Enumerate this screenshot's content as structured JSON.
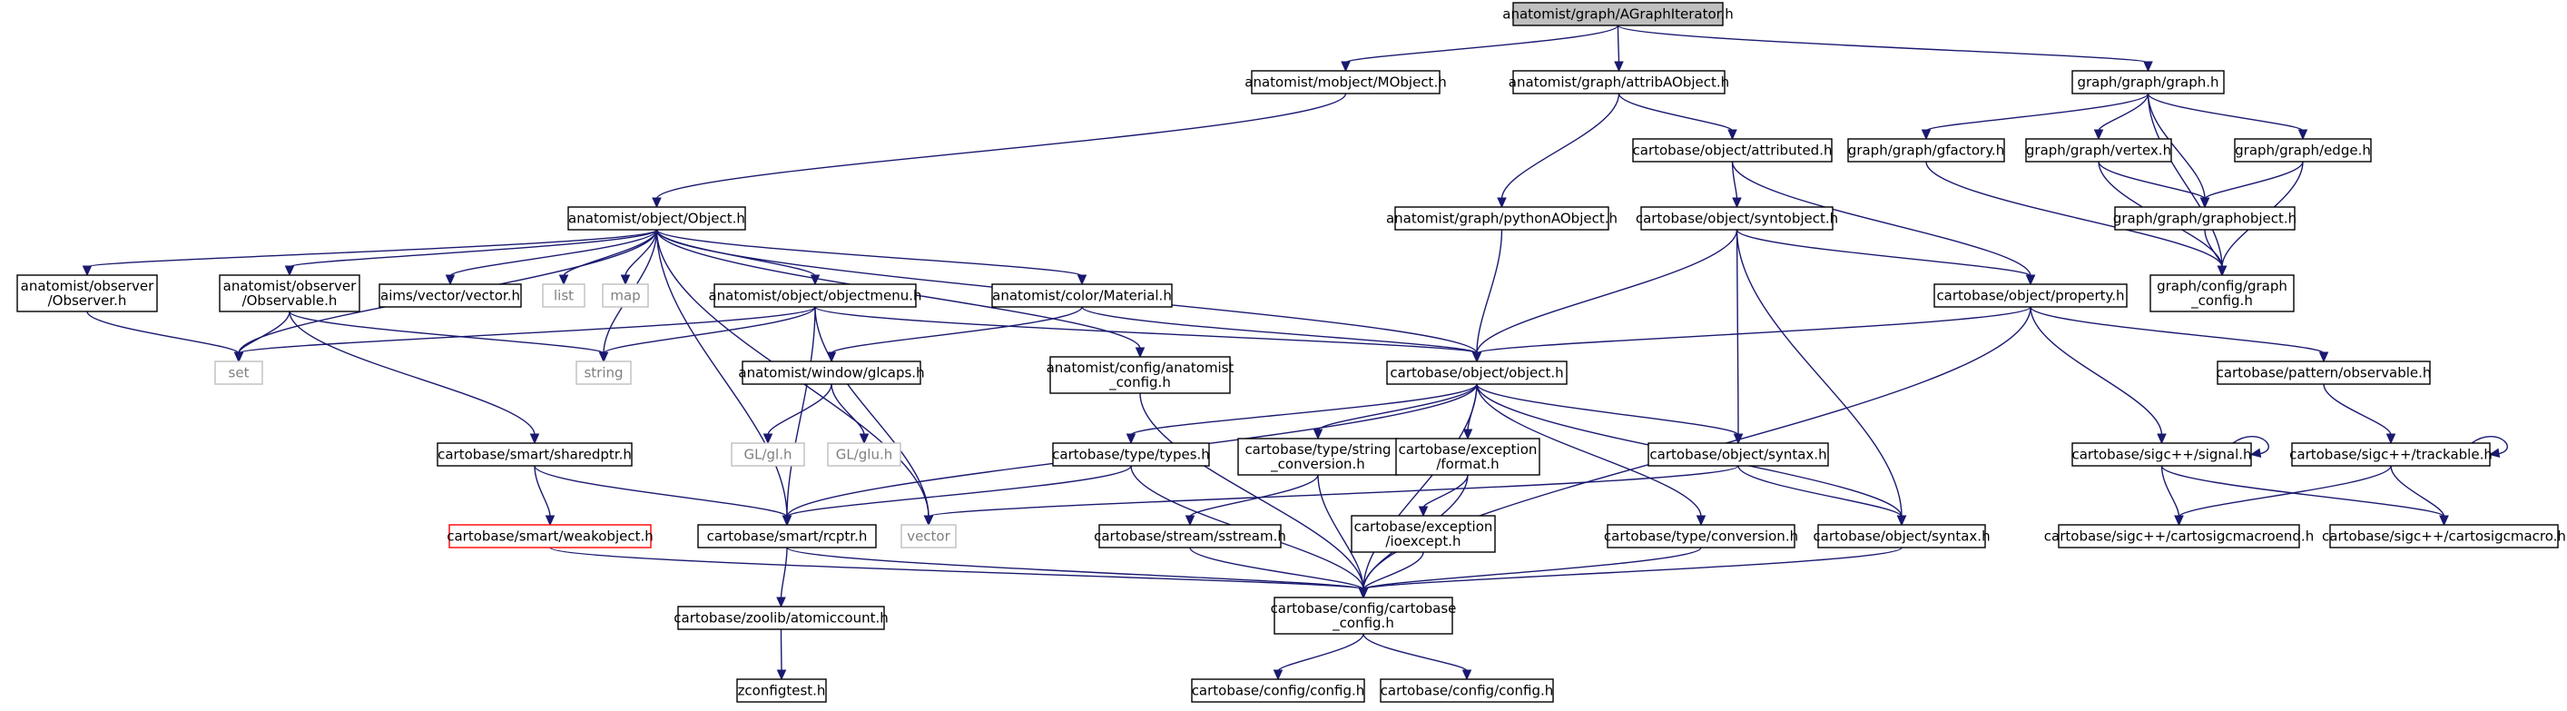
{
  "graph": {
    "title": "anatomist/graph/AGraphIterator.h",
    "colors": {
      "edge": "#191970",
      "root_fill": "#bfbfbf",
      "system_border": "#bfbfbf",
      "system_text": "#7f7f7f",
      "missing_border": "#ff0000",
      "node_border": "#000000"
    },
    "nodes": [
      {
        "id": "agraphiterator",
        "label": [
          "anatomist/graph/AGraphIterator.h"
        ],
        "kind": "root"
      },
      {
        "id": "mobject",
        "label": [
          "anatomist/mobject/MObject.h"
        ],
        "kind": "normal"
      },
      {
        "id": "attribaobject",
        "label": [
          "anatomist/graph/attribAObject.h"
        ],
        "kind": "normal"
      },
      {
        "id": "graph_h",
        "label": [
          "graph/graph/graph.h"
        ],
        "kind": "normal"
      },
      {
        "id": "co_attributed",
        "label": [
          "cartobase/object/attributed.h"
        ],
        "kind": "normal"
      },
      {
        "id": "gfactory",
        "label": [
          "graph/graph/gfactory.h"
        ],
        "kind": "normal"
      },
      {
        "id": "vertex",
        "label": [
          "graph/graph/vertex.h"
        ],
        "kind": "normal"
      },
      {
        "id": "edge_h",
        "label": [
          "graph/graph/edge.h"
        ],
        "kind": "normal"
      },
      {
        "id": "ao_object",
        "label": [
          "anatomist/object/Object.h"
        ],
        "kind": "normal"
      },
      {
        "id": "pythonaobject",
        "label": [
          "anatomist/graph/pythonAObject.h"
        ],
        "kind": "normal"
      },
      {
        "id": "syntobject",
        "label": [
          "cartobase/object/syntobject.h"
        ],
        "kind": "normal"
      },
      {
        "id": "graphobject",
        "label": [
          "graph/graph/graphobject.h"
        ],
        "kind": "normal"
      },
      {
        "id": "observer",
        "label": [
          "anatomist/observer",
          "/Observer.h"
        ],
        "kind": "normal"
      },
      {
        "id": "observable_a",
        "label": [
          "anatomist/observer",
          "/Observable.h"
        ],
        "kind": "normal"
      },
      {
        "id": "aims_vector",
        "label": [
          "aims/vector/vector.h"
        ],
        "kind": "normal"
      },
      {
        "id": "list",
        "label": [
          "list"
        ],
        "kind": "system"
      },
      {
        "id": "map",
        "label": [
          "map"
        ],
        "kind": "system"
      },
      {
        "id": "objectmenu",
        "label": [
          "anatomist/object/objectmenu.h"
        ],
        "kind": "normal"
      },
      {
        "id": "material",
        "label": [
          "anatomist/color/Material.h"
        ],
        "kind": "normal"
      },
      {
        "id": "property",
        "label": [
          "cartobase/object/property.h"
        ],
        "kind": "normal"
      },
      {
        "id": "graph_config",
        "label": [
          "graph/config/graph",
          "_config.h"
        ],
        "kind": "normal"
      },
      {
        "id": "set",
        "label": [
          "set"
        ],
        "kind": "system"
      },
      {
        "id": "string",
        "label": [
          "string"
        ],
        "kind": "system"
      },
      {
        "id": "glcaps",
        "label": [
          "anatomist/window/glcaps.h"
        ],
        "kind": "normal"
      },
      {
        "id": "anatomist_config",
        "label": [
          "anatomist/config/anatomist",
          "_config.h"
        ],
        "kind": "normal"
      },
      {
        "id": "co_object",
        "label": [
          "cartobase/object/object.h"
        ],
        "kind": "normal"
      },
      {
        "id": "pattern_observable",
        "label": [
          "cartobase/pattern/observable.h"
        ],
        "kind": "normal"
      },
      {
        "id": "gl_h",
        "label": [
          "GL/gl.h"
        ],
        "kind": "system"
      },
      {
        "id": "glu_h",
        "label": [
          "GL/glu.h"
        ],
        "kind": "system"
      },
      {
        "id": "sharedptr",
        "label": [
          "cartobase/smart/sharedptr.h"
        ],
        "kind": "normal"
      },
      {
        "id": "types_h",
        "label": [
          "cartobase/type/types.h"
        ],
        "kind": "normal"
      },
      {
        "id": "string_conversion",
        "label": [
          "cartobase/type/string",
          "_conversion.h"
        ],
        "kind": "normal"
      },
      {
        "id": "exception_format",
        "label": [
          "cartobase/exception",
          "/format.h"
        ],
        "kind": "normal"
      },
      {
        "id": "syntax_syntax",
        "label": [
          "cartobase/object/syntax.h"
        ],
        "kind": "normal"
      },
      {
        "id": "signal_h",
        "label": [
          "cartobase/sigc++/signal.h"
        ],
        "kind": "normal"
      },
      {
        "id": "trackable_h",
        "label": [
          "cartobase/sigc++/trackable.h"
        ],
        "kind": "normal"
      },
      {
        "id": "weakobject",
        "label": [
          "cartobase/smart/weakobject.h"
        ],
        "kind": "missing"
      },
      {
        "id": "rcptr",
        "label": [
          "cartobase/smart/rcptr.h"
        ],
        "kind": "normal"
      },
      {
        "id": "vector",
        "label": [
          "vector"
        ],
        "kind": "system"
      },
      {
        "id": "sstream",
        "label": [
          "cartobase/stream/sstream.h"
        ],
        "kind": "normal"
      },
      {
        "id": "ioexcept",
        "label": [
          "cartobase/exception",
          "/ioexcept.h"
        ],
        "kind": "normal"
      },
      {
        "id": "conversion",
        "label": [
          "cartobase/type/conversion.h"
        ],
        "kind": "normal"
      },
      {
        "id": "syntax_lower",
        "label": [
          "cartobase/object/syntax.h"
        ],
        "kind": "normal"
      },
      {
        "id": "cartosigcmacroend",
        "label": [
          "cartobase/sigc++/cartosigcmacroend.h"
        ],
        "kind": "normal"
      },
      {
        "id": "cartosigcmacro",
        "label": [
          "cartobase/sigc++/cartosigcmacro.h"
        ],
        "kind": "normal"
      },
      {
        "id": "atomiccount",
        "label": [
          "cartobase/zoolib/atomiccount.h"
        ],
        "kind": "normal"
      },
      {
        "id": "cartobase_config",
        "label": [
          "cartobase/config/cartobase",
          "_config.h"
        ],
        "kind": "normal"
      },
      {
        "id": "zconfigtest",
        "label": [
          "zconfigtest.h"
        ],
        "kind": "normal"
      },
      {
        "id": "config_h_1",
        "label": [
          "cartobase/config/config.h"
        ],
        "kind": "normal"
      },
      {
        "id": "config_h_2",
        "label": [
          "cartobase/config/config.h"
        ],
        "kind": "normal"
      }
    ],
    "edges": [
      {
        "from": "agraphiterator",
        "to": "mobject"
      },
      {
        "from": "agraphiterator",
        "to": "attribaobject"
      },
      {
        "from": "agraphiterator",
        "to": "graph_h"
      },
      {
        "from": "mobject",
        "to": "ao_object"
      },
      {
        "from": "attribaobject",
        "to": "pythonaobject"
      },
      {
        "from": "attribaobject",
        "to": "co_attributed"
      },
      {
        "from": "graph_h",
        "to": "gfactory"
      },
      {
        "from": "graph_h",
        "to": "vertex"
      },
      {
        "from": "graph_h",
        "to": "graphobject"
      },
      {
        "from": "graph_h",
        "to": "edge_h"
      },
      {
        "from": "graph_h",
        "to": "graph_config"
      },
      {
        "from": "co_attributed",
        "to": "syntobject"
      },
      {
        "from": "co_attributed",
        "to": "property"
      },
      {
        "from": "gfactory",
        "to": "graph_config"
      },
      {
        "from": "vertex",
        "to": "graphobject"
      },
      {
        "from": "vertex",
        "to": "graph_config"
      },
      {
        "from": "edge_h",
        "to": "graphobject"
      },
      {
        "from": "edge_h",
        "to": "graph_config"
      },
      {
        "from": "graphobject",
        "to": "graph_config"
      },
      {
        "from": "pythonaobject",
        "to": "co_object"
      },
      {
        "from": "ao_object",
        "to": "observer"
      },
      {
        "from": "ao_object",
        "to": "observable_a"
      },
      {
        "from": "ao_object",
        "to": "aims_vector"
      },
      {
        "from": "ao_object",
        "to": "list"
      },
      {
        "from": "ao_object",
        "to": "map"
      },
      {
        "from": "ao_object",
        "to": "objectmenu"
      },
      {
        "from": "ao_object",
        "to": "material"
      },
      {
        "from": "ao_object",
        "to": "set"
      },
      {
        "from": "ao_object",
        "to": "string"
      },
      {
        "from": "ao_object",
        "to": "anatomist_config"
      },
      {
        "from": "ao_object",
        "to": "co_object"
      },
      {
        "from": "ao_object",
        "to": "rcptr"
      },
      {
        "from": "ao_object",
        "to": "vector"
      },
      {
        "from": "syntobject",
        "to": "co_object"
      },
      {
        "from": "syntobject",
        "to": "syntax_syntax"
      },
      {
        "from": "syntobject",
        "to": "syntax_lower"
      },
      {
        "from": "syntobject",
        "to": "property"
      },
      {
        "from": "observer",
        "to": "set"
      },
      {
        "from": "observable_a",
        "to": "set"
      },
      {
        "from": "observable_a",
        "to": "sharedptr"
      },
      {
        "from": "observable_a",
        "to": "string"
      },
      {
        "from": "objectmenu",
        "to": "set"
      },
      {
        "from": "objectmenu",
        "to": "string"
      },
      {
        "from": "objectmenu",
        "to": "co_object"
      },
      {
        "from": "objectmenu",
        "to": "rcptr"
      },
      {
        "from": "objectmenu",
        "to": "vector"
      },
      {
        "from": "material",
        "to": "glcaps"
      },
      {
        "from": "material",
        "to": "co_object"
      },
      {
        "from": "property",
        "to": "co_object"
      },
      {
        "from": "property",
        "to": "pattern_observable"
      },
      {
        "from": "property",
        "to": "signal_h"
      },
      {
        "from": "property",
        "to": "cartobase_config"
      },
      {
        "from": "glcaps",
        "to": "gl_h"
      },
      {
        "from": "glcaps",
        "to": "glu_h"
      },
      {
        "from": "anatomist_config",
        "to": "cartobase_config"
      },
      {
        "from": "co_object",
        "to": "types_h"
      },
      {
        "from": "co_object",
        "to": "string_conversion"
      },
      {
        "from": "co_object",
        "to": "exception_format"
      },
      {
        "from": "co_object",
        "to": "syntax_syntax"
      },
      {
        "from": "co_object",
        "to": "conversion"
      },
      {
        "from": "co_object",
        "to": "syntax_lower"
      },
      {
        "from": "co_object",
        "to": "rcptr"
      },
      {
        "from": "co_object",
        "to": "cartobase_config"
      },
      {
        "from": "pattern_observable",
        "to": "trackable_h"
      },
      {
        "from": "sharedptr",
        "to": "weakobject"
      },
      {
        "from": "sharedptr",
        "to": "rcptr"
      },
      {
        "from": "types_h",
        "to": "rcptr"
      },
      {
        "from": "types_h",
        "to": "cartobase_config"
      },
      {
        "from": "string_conversion",
        "to": "sstream"
      },
      {
        "from": "string_conversion",
        "to": "cartobase_config"
      },
      {
        "from": "exception_format",
        "to": "ioexcept"
      },
      {
        "from": "exception_format",
        "to": "cartobase_config"
      },
      {
        "from": "syntax_syntax",
        "to": "vector"
      },
      {
        "from": "syntax_syntax",
        "to": "syntax_lower"
      },
      {
        "from": "signal_h",
        "to": "signal_h"
      },
      {
        "from": "signal_h",
        "to": "cartosigcmacroend"
      },
      {
        "from": "signal_h",
        "to": "cartosigcmacro"
      },
      {
        "from": "trackable_h",
        "to": "trackable_h"
      },
      {
        "from": "trackable_h",
        "to": "cartosigcmacroend"
      },
      {
        "from": "trackable_h",
        "to": "cartosigcmacro"
      },
      {
        "from": "weakobject",
        "to": "cartobase_config"
      },
      {
        "from": "rcptr",
        "to": "atomiccount"
      },
      {
        "from": "rcptr",
        "to": "cartobase_config"
      },
      {
        "from": "sstream",
        "to": "cartobase_config"
      },
      {
        "from": "ioexcept",
        "to": "cartobase_config"
      },
      {
        "from": "conversion",
        "to": "cartobase_config"
      },
      {
        "from": "syntax_lower",
        "to": "cartobase_config"
      },
      {
        "from": "atomiccount",
        "to": "zconfigtest"
      },
      {
        "from": "cartobase_config",
        "to": "config_h_1"
      },
      {
        "from": "cartobase_config",
        "to": "config_h_2"
      }
    ]
  }
}
